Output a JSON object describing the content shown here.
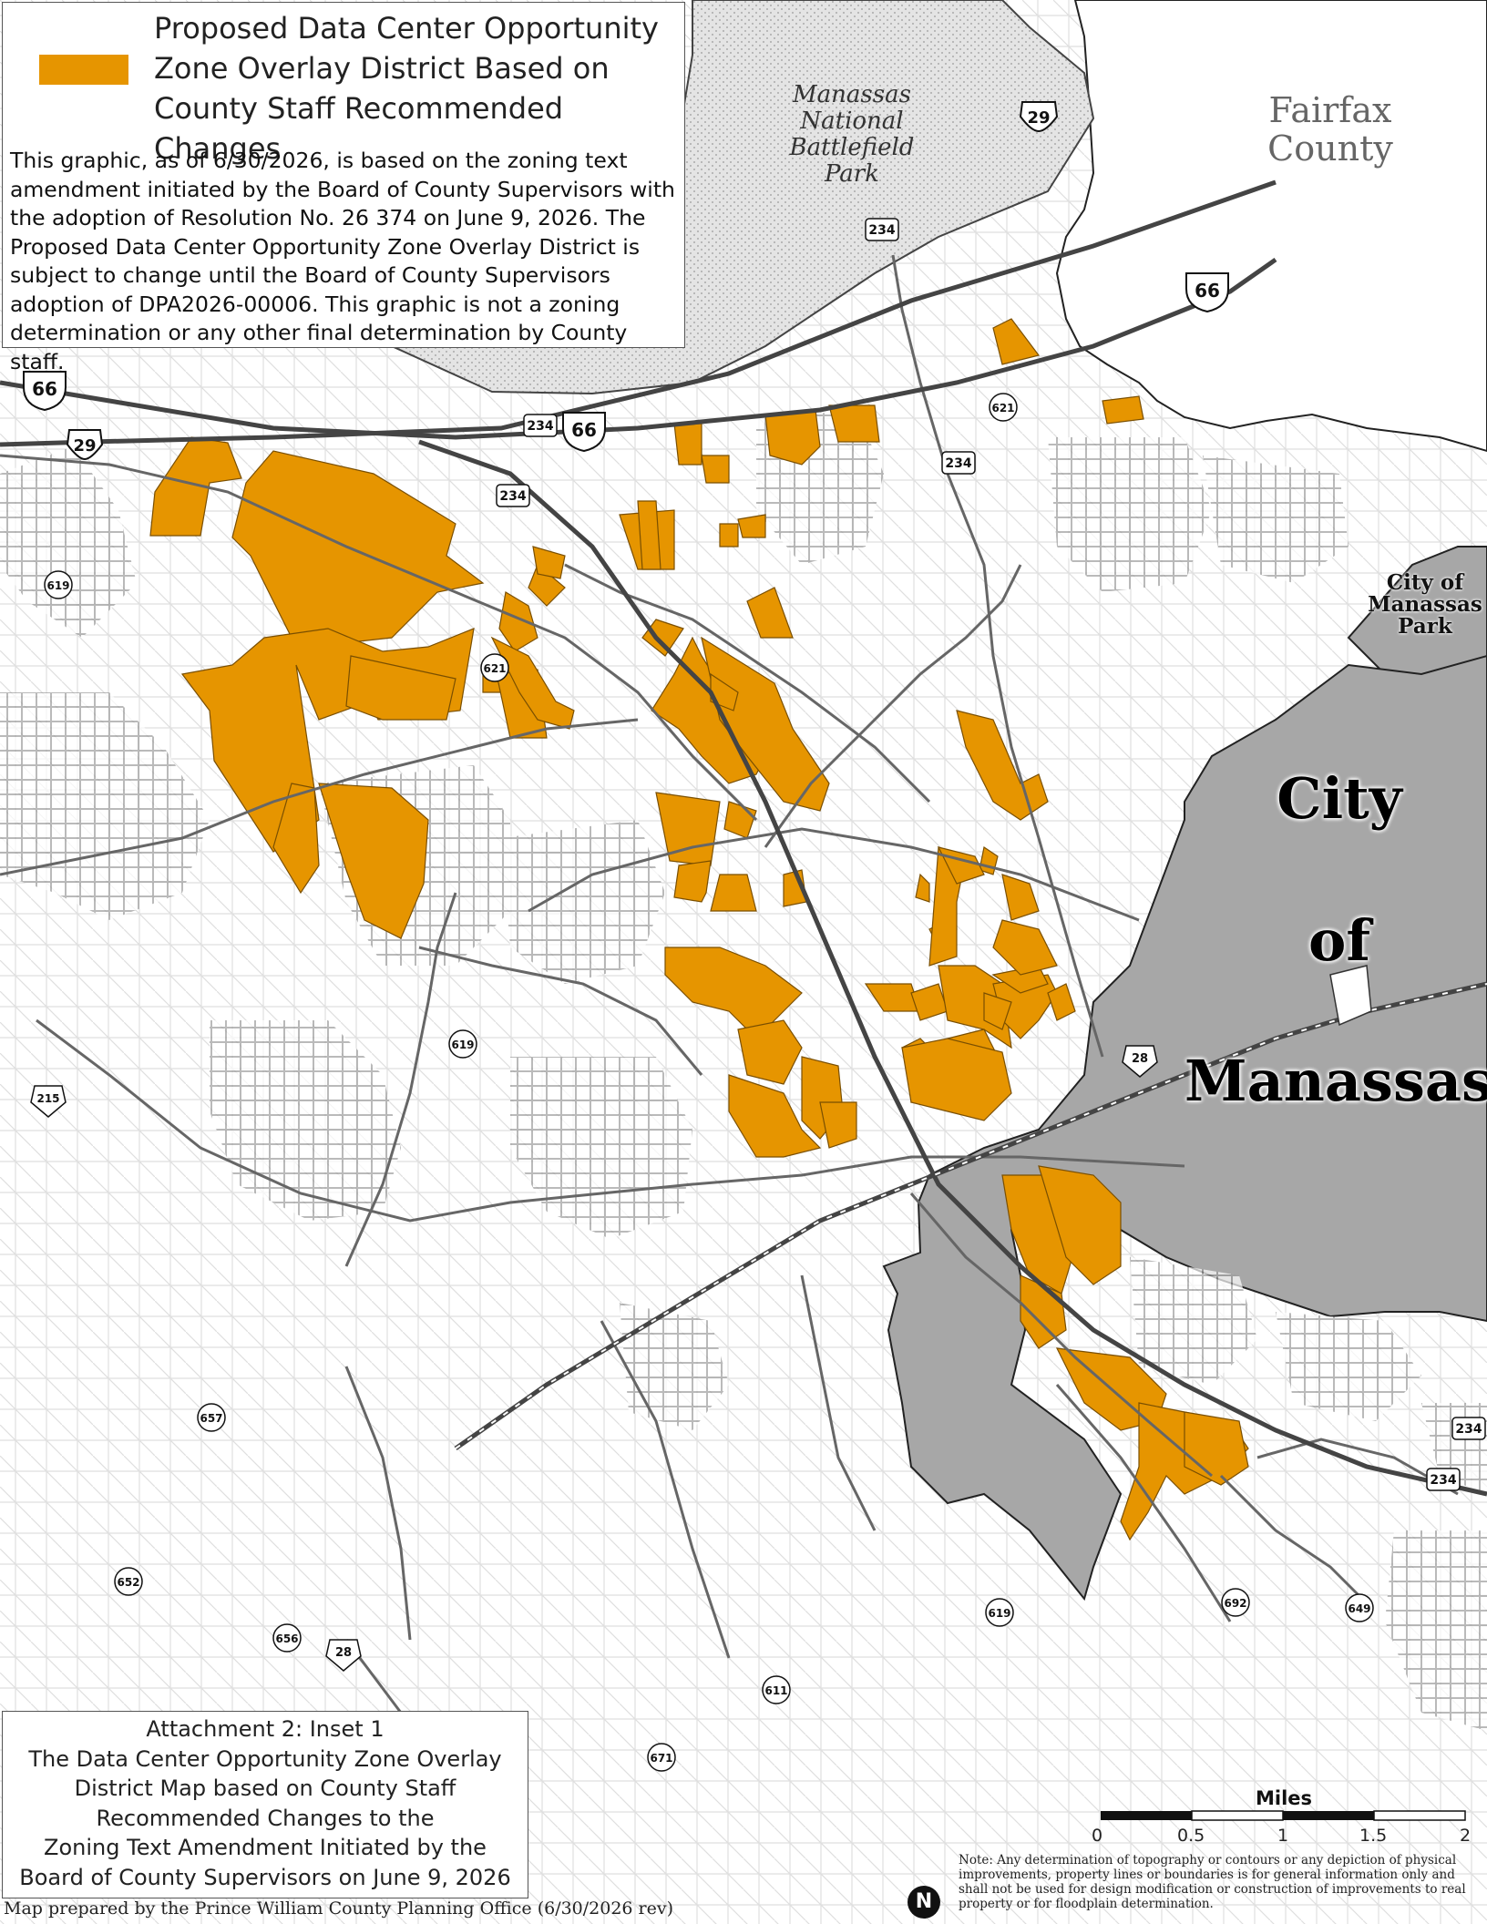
{
  "colors": {
    "overlay_district": "#e69500",
    "city_area": "#a7a7a7",
    "park_area": "#dcdcdc",
    "road": "#777777",
    "highway": "#444444"
  },
  "legend": {
    "item_label": "Proposed Data Center Opportunity Zone Overlay District Based on County Staff Recommended Changes",
    "disclaimer": "This graphic, as of 6/30/2026, is based on the zoning text amendment initiated by the Board of County Supervisors with the adoption of Resolution No. 26 374 on June 9, 2026. The Proposed Data Center Opportunity Zone Overlay District is subject to change until the Board of County Supervisors adoption of DPA2026-00006. This graphic is not a zoning determination or any other final determination by County staff."
  },
  "places": {
    "fairfax": "Fairfax County",
    "battlefield": "Manassas National Battlefield Park",
    "manassas_park": "City of Manassas Park",
    "city_line1": "City",
    "city_line2": "of",
    "city_line3": "Manassas"
  },
  "routes": {
    "r66a": "66",
    "r66b": "66",
    "r66c": "66",
    "r29a": "29",
    "r29b": "29",
    "r234a": "234",
    "r234b": "234",
    "r234c": "234",
    "r234d": "234",
    "r234e": "234",
    "r234f": "234",
    "r619a": "619",
    "r619b": "619",
    "r619c": "619",
    "r621a": "621",
    "r621b": "621",
    "r215": "215",
    "r28a": "28",
    "r28b": "28",
    "r657": "657",
    "r652": "652",
    "r656": "656",
    "r611": "611",
    "r671": "671",
    "r692": "692",
    "r649": "649"
  },
  "title_block": {
    "line1": "Attachment 2: Inset 1",
    "line2": "The Data Center Opportunity Zone Overlay",
    "line3": "District Map based on County Staff",
    "line4": "Recommended Changes to the",
    "line5": "Zoning Text Amendment Initiated by the",
    "line6": "Board of County Supervisors on June 9, 2026"
  },
  "prepared_by": "Map prepared by the Prince William County Planning Office (6/30/2026 rev)",
  "scale": {
    "unit": "Miles",
    "ticks": [
      "0",
      "0.5",
      "1",
      "1.5",
      "2"
    ]
  },
  "north_arrow": "N",
  "note": "Note: Any determination of topography or contours or any depiction of physical improvements, property lines or boundaries is for general information only and shall not be used for design modification or construction of improvements to real property or for floodplain determination."
}
